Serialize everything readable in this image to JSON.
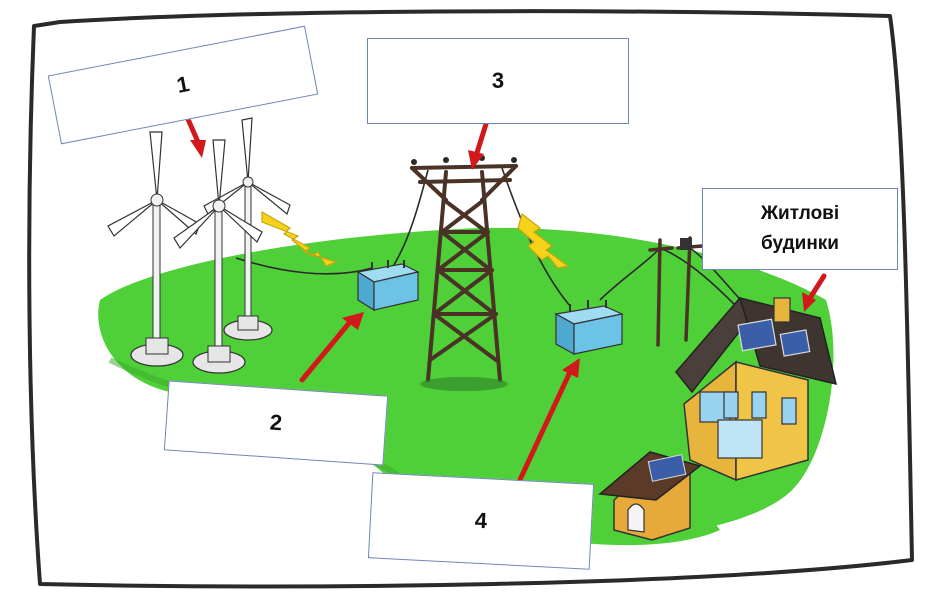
{
  "labels": {
    "box1": "1",
    "box2": "2",
    "box3": "3",
    "box4": "4",
    "houses_line1": "Житлові",
    "houses_line2": "будинки"
  },
  "colors": {
    "grass": "#4fcf38",
    "grass_dark": "#3aa72a",
    "arrow": "#d3181c",
    "lightning": "#f6d21a",
    "transformer": "#6cc3e6",
    "tower": "#4a3226",
    "house_wall": "#f0c447",
    "roof": "#4a3f3a",
    "frame": "#2a2a2a"
  },
  "icons": {
    "turbine": "wind-turbine-icon",
    "lightning": "lightning-bolt-icon",
    "transformer": "transformer-icon",
    "tower": "transmission-tower-icon",
    "pole": "utility-pole-icon",
    "house": "house-icon",
    "doghouse": "doghouse-icon"
  }
}
